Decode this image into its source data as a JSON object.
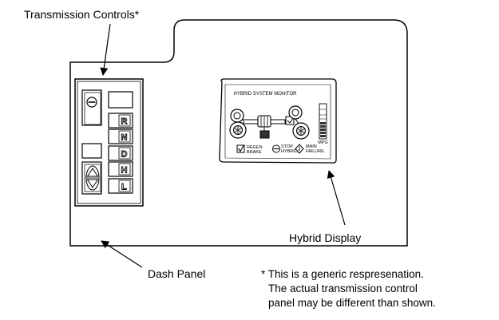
{
  "labels": {
    "transmission_controls": "Transmission Controls*",
    "hybrid_display": "Hybrid Display",
    "dash_panel": "Dash Panel"
  },
  "footnote": {
    "line1": "* This is a generic respresenation.",
    "line2": "The actual transmission control",
    "line3": "panel may be different than shown."
  },
  "monitor": {
    "title": "HYBRID SYSTEM MONITOR",
    "gauge_label": "MPG",
    "legend": [
      {
        "icon": "check-icon",
        "label_line1": "REGEN",
        "label_line2": "BRAKE"
      },
      {
        "icon": "stop-icon",
        "label_line1": "STOP",
        "label_line2": "HYBRID"
      },
      {
        "icon": "diamond-icon",
        "label_line1": "MAIN",
        "label_line2": "FAILURE"
      }
    ]
  },
  "shifter": {
    "gear_buttons": [
      "R",
      "N",
      "D",
      "H",
      "L"
    ]
  },
  "icons": {
    "neutral_toggle": "circle-minus-icon",
    "up_down_toggle": "up-down-arrows-icon"
  }
}
